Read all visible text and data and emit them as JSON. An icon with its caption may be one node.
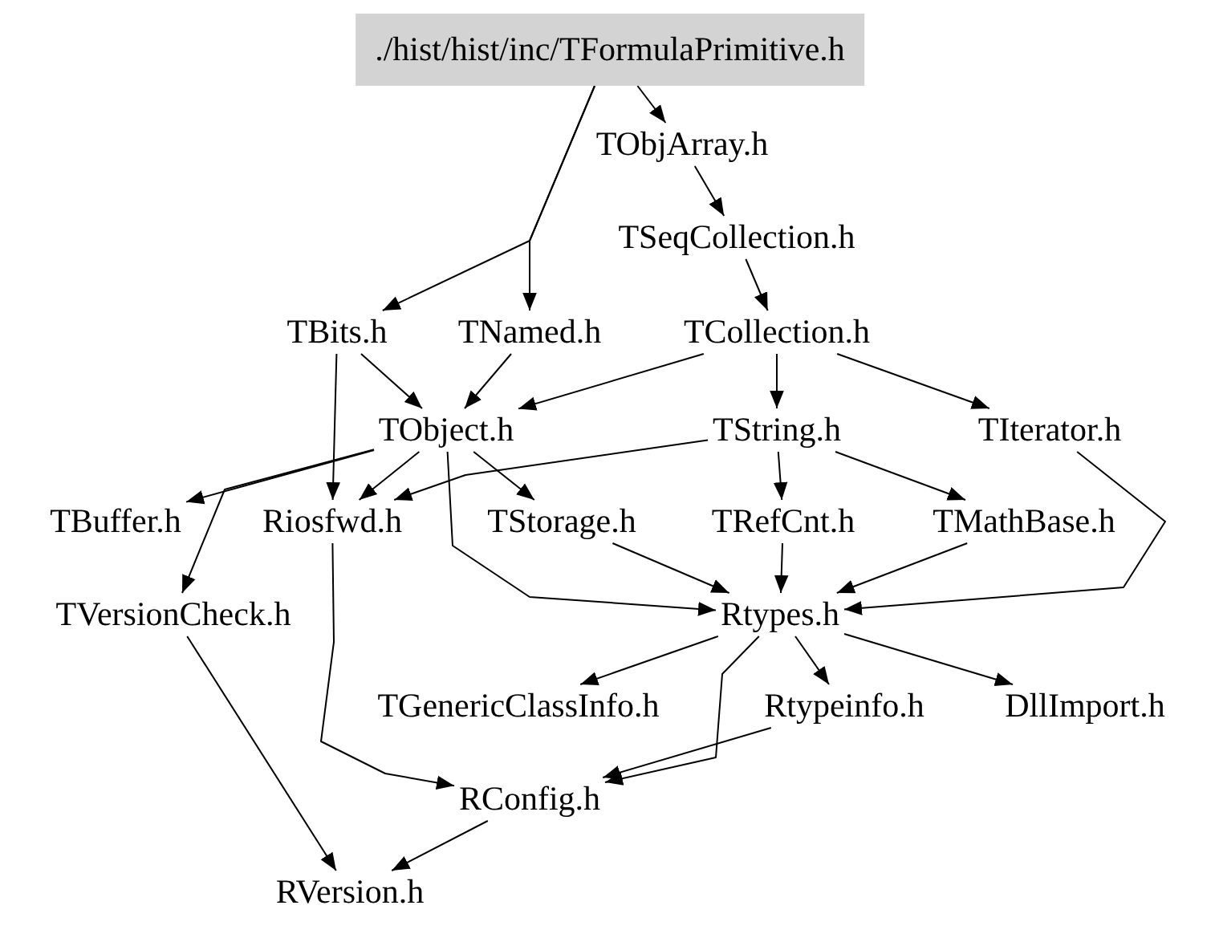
{
  "diagram": {
    "nodes": [
      {
        "text": [
          "./hist/hist/inc/TFormulaPrimitive.h"
        ]
      },
      {
        "text": [
          "TObjArray.h"
        ]
      },
      {
        "text": [
          "TSeqCollection.h"
        ]
      },
      {
        "text": [
          "TBits.h"
        ]
      },
      {
        "text": [
          "TNamed.h"
        ]
      },
      {
        "text": [
          "TCollection.h"
        ]
      },
      {
        "text": [
          "TObject.h"
        ]
      },
      {
        "text": [
          "TString.h"
        ]
      },
      {
        "text": [
          "TIterator.h"
        ]
      },
      {
        "text": [
          "TBuffer.h"
        ]
      },
      {
        "text": [
          "Riosfwd.h"
        ]
      },
      {
        "text": [
          "TStorage.h"
        ]
      },
      {
        "text": [
          "TRefCnt.h"
        ]
      },
      {
        "text": [
          "TMathBase.h"
        ]
      },
      {
        "text": [
          "TVersionCheck.h"
        ]
      },
      {
        "text": [
          "Rtypes.h"
        ]
      },
      {
        "text": [
          "TGenericClassInfo.h"
        ]
      },
      {
        "text": [
          "Rtypeinfo.h"
        ]
      },
      {
        "text": [
          "DllImport.h"
        ]
      },
      {
        "text": [
          "RConfig.h"
        ]
      },
      {
        "text": [
          "RVersion.h"
        ]
      }
    ],
    "edges": [
      {
        "from": 0,
        "to": 1,
        "arrow": "to"
      },
      {
        "from": 0,
        "to": 3,
        "arrow": "to"
      },
      {
        "from": 0,
        "to": 4,
        "arrow": "to"
      },
      {
        "from": 1,
        "to": 2,
        "arrow": "to"
      },
      {
        "from": 2,
        "to": 5,
        "arrow": "to"
      },
      {
        "from": 3,
        "to": 6,
        "arrow": "to"
      },
      {
        "from": 3,
        "to": 10,
        "arrow": "to"
      },
      {
        "from": 4,
        "to": 6,
        "arrow": "to"
      },
      {
        "from": 5,
        "to": 6,
        "arrow": "to"
      },
      {
        "from": 5,
        "to": 7,
        "arrow": "to"
      },
      {
        "from": 5,
        "to": 8,
        "arrow": "to"
      },
      {
        "from": 6,
        "to": 9,
        "arrow": "to"
      },
      {
        "from": 6,
        "to": 14,
        "arrow": "to"
      },
      {
        "from": 6,
        "to": 10,
        "arrow": "to"
      },
      {
        "from": 6,
        "to": 11,
        "arrow": "to"
      },
      {
        "from": 6,
        "to": 15,
        "arrow": "to"
      },
      {
        "from": 7,
        "to": 10,
        "arrow": "to"
      },
      {
        "from": 7,
        "to": 12,
        "arrow": "to"
      },
      {
        "from": 7,
        "to": 13,
        "arrow": "to"
      },
      {
        "from": 8,
        "to": 15,
        "arrow": "to"
      },
      {
        "from": 11,
        "to": 15,
        "arrow": "to"
      },
      {
        "from": 12,
        "to": 15,
        "arrow": "to"
      },
      {
        "from": 13,
        "to": 15,
        "arrow": "to"
      },
      {
        "from": 10,
        "to": 19,
        "arrow": "to"
      },
      {
        "from": 14,
        "to": 20,
        "arrow": "to"
      },
      {
        "from": 15,
        "to": 16,
        "arrow": "to"
      },
      {
        "from": 15,
        "to": 17,
        "arrow": "to"
      },
      {
        "from": 15,
        "to": 18,
        "arrow": "to"
      },
      {
        "from": 15,
        "to": 19,
        "arrow": "to"
      },
      {
        "from": 17,
        "to": 19,
        "arrow": "to"
      },
      {
        "from": 19,
        "to": 20,
        "arrow": "to"
      }
    ]
  }
}
